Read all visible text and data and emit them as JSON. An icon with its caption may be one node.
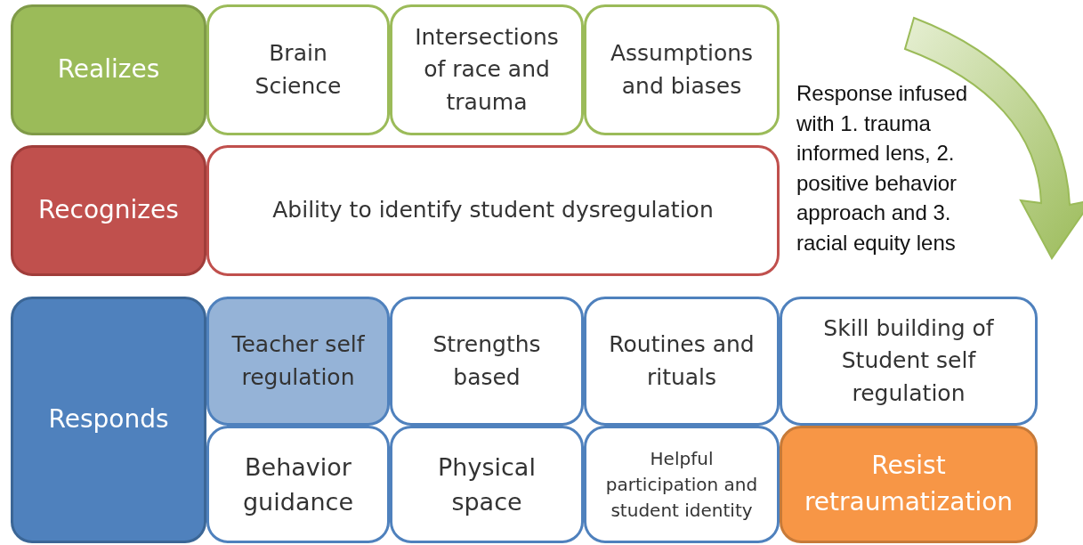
{
  "diagram": {
    "nodes": [
      {
        "text": [
          "Realizes"
        ]
      },
      {
        "text": [
          "Brain Science"
        ]
      },
      {
        "text": [
          "Intersections of race and trauma"
        ]
      },
      {
        "text": [
          "Assumptions and biases"
        ]
      },
      {
        "text": [
          "Recognizes"
        ]
      },
      {
        "text": [
          "Ability to identify student dysregulation"
        ]
      },
      {
        "text": [
          "Responds"
        ]
      },
      {
        "text": [
          "Teacher self regulation"
        ]
      },
      {
        "text": [
          "Strengths based"
        ]
      },
      {
        "text": [
          "Routines and rituals"
        ]
      },
      {
        "text": [
          "Skill building of Student self regulation"
        ]
      },
      {
        "text": [
          "Behavior guidance"
        ]
      },
      {
        "text": [
          "Physical space"
        ]
      },
      {
        "text": [
          "Helpful participation and student identity"
        ]
      },
      {
        "text": [
          "Resist retraumatization"
        ]
      }
    ],
    "edges": [],
    "labels": [
      "Response infused with 1. trauma informed lens, 2. positive behavior approach and 3. racial equity lens"
    ]
  }
}
